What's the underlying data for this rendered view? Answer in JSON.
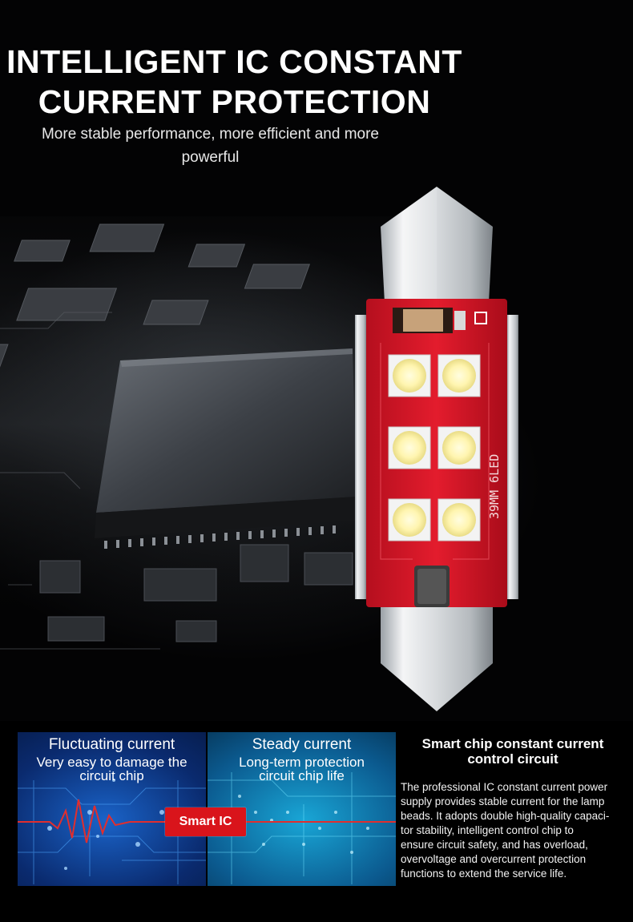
{
  "headline": {
    "line1": "INTELLIGENT IC CONSTANT",
    "line2": "CURRENT PROTECTION"
  },
  "subtitle": {
    "line1": "More stable performance, more efficient and more",
    "line2": "powerful"
  },
  "bulb": {
    "pcb_label": "39MM 6LED",
    "led_count": 6,
    "pcb_color": "#d8192a"
  },
  "panels": {
    "left": {
      "title": "Fluctuating current",
      "sub1": "Very easy to damage the",
      "sub2": "circuit chip"
    },
    "right": {
      "title": "Steady current",
      "sub1": "Long-term protection",
      "sub2": "circuit chip life"
    },
    "badge": "Smart IC"
  },
  "info": {
    "title_line1": "Smart chip constant current",
    "title_line2": "control circuit",
    "body_lines": [
      "The professional IC constant current power",
      "supply provides stable current for the lamp",
      "beads. It adopts double high-quality capaci-",
      "tor stability, intelligent control chip to",
      "ensure circuit safety, and has overload,",
      "overvoltage and overcurrent protection",
      "functions to extend the service life."
    ]
  },
  "colors": {
    "background": "#000000",
    "accent_red": "#d9141b",
    "panel_blue": "#1a63c8",
    "panel_cyan": "#19a6d6"
  }
}
